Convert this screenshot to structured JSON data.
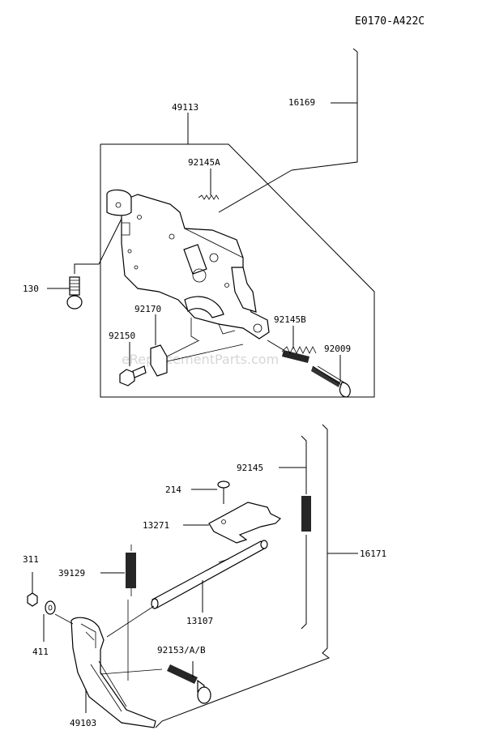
{
  "diagram_code": "E0170-A422C",
  "watermark": "eReplacementParts.com",
  "labels": {
    "p16169": "16169",
    "p49113": "49113",
    "p92145A": "92145A",
    "p130": "130",
    "p92170": "92170",
    "p92145B": "92145B",
    "p92150": "92150",
    "p92009": "92009",
    "p92145": "92145",
    "p214": "214",
    "p13271": "13271",
    "p311": "311",
    "p39129": "39129",
    "p16171": "16171",
    "p13107": "13107",
    "p411": "411",
    "p92153": "92153/A/B",
    "p49103": "49103"
  }
}
